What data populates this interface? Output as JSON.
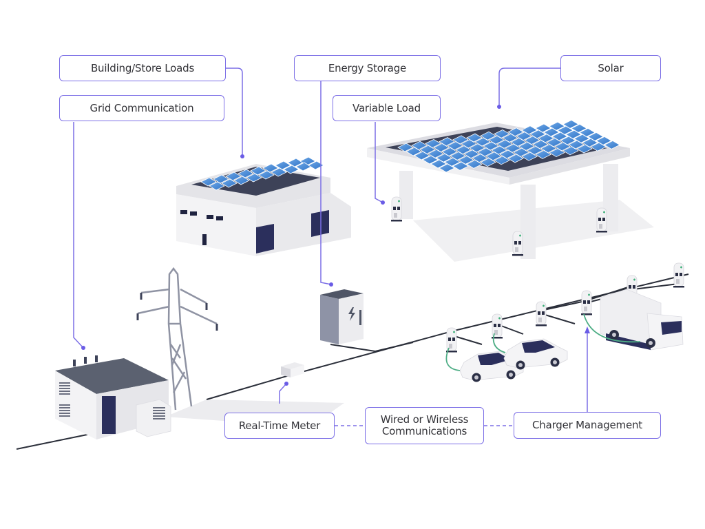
{
  "diagram": {
    "title": "EV Charging Site Energy Management",
    "accent_color": "#7b6ee6",
    "callouts": {
      "building_loads": "Building/Store Loads",
      "grid_communication": "Grid Communication",
      "energy_storage": "Energy Storage",
      "variable_load": "Variable Load",
      "solar": "Solar",
      "real_time_meter": "Real-Time Meter",
      "communications_line1": "Wired or Wireless",
      "communications_line2": "Communications",
      "charger_management": "Charger Management"
    },
    "components": [
      {
        "id": "substation",
        "label": "Grid transformer substation"
      },
      {
        "id": "pylon",
        "label": "Transmission tower"
      },
      {
        "id": "building",
        "label": "Store building with rooftop solar"
      },
      {
        "id": "canopy",
        "label": "Solar carport canopy with chargers"
      },
      {
        "id": "battery",
        "label": "Battery storage cabinet"
      },
      {
        "id": "meter",
        "label": "Meter box"
      },
      {
        "id": "chargers",
        "label": "EV charging stations"
      },
      {
        "id": "cars",
        "label": "Electric cars"
      },
      {
        "id": "truck",
        "label": "Electric delivery truck"
      }
    ],
    "connections": [
      {
        "from": "real_time_meter",
        "to": "communications",
        "style": "dashed"
      },
      {
        "from": "communications",
        "to": "charger_management",
        "style": "dashed"
      }
    ]
  }
}
